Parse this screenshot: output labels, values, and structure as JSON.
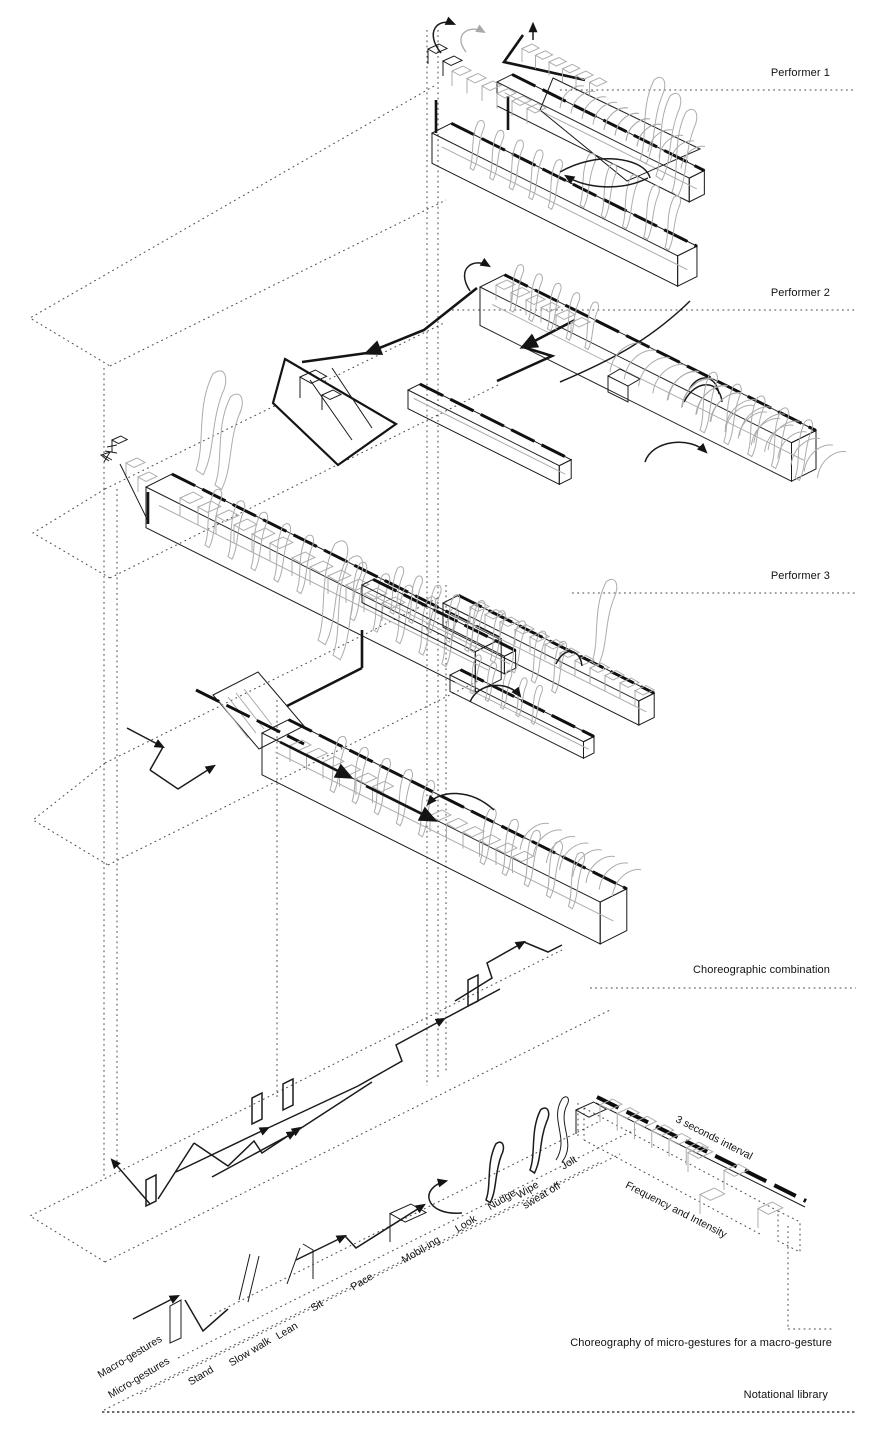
{
  "labels": {
    "performer1": "Performer 1",
    "performer2": "Performer 2",
    "performer3": "Performer 3",
    "choreographic_combination": "Choreographic combination",
    "three_seconds_interval": "3 seconds interval",
    "frequency_and_intensity": "Frequency and Intensity",
    "choreography_of_micro": "Choreography of micro-gestures for a macro-gesture",
    "notational_library": "Notational library",
    "macro_gestures": "Macro-gestures",
    "micro_gestures": "Micro-gestures"
  },
  "notation_items": [
    "Stand",
    "Slow walk",
    "Lean",
    "Sit",
    "Pace",
    "Mobil-ing",
    "Look",
    "Nudge",
    "Wipe sweat off",
    "Jolt"
  ],
  "colors": {
    "ink": "#1b1b1b",
    "muted": "#acacac",
    "dotted": "#4a4a4a",
    "background": "#ffffff"
  }
}
